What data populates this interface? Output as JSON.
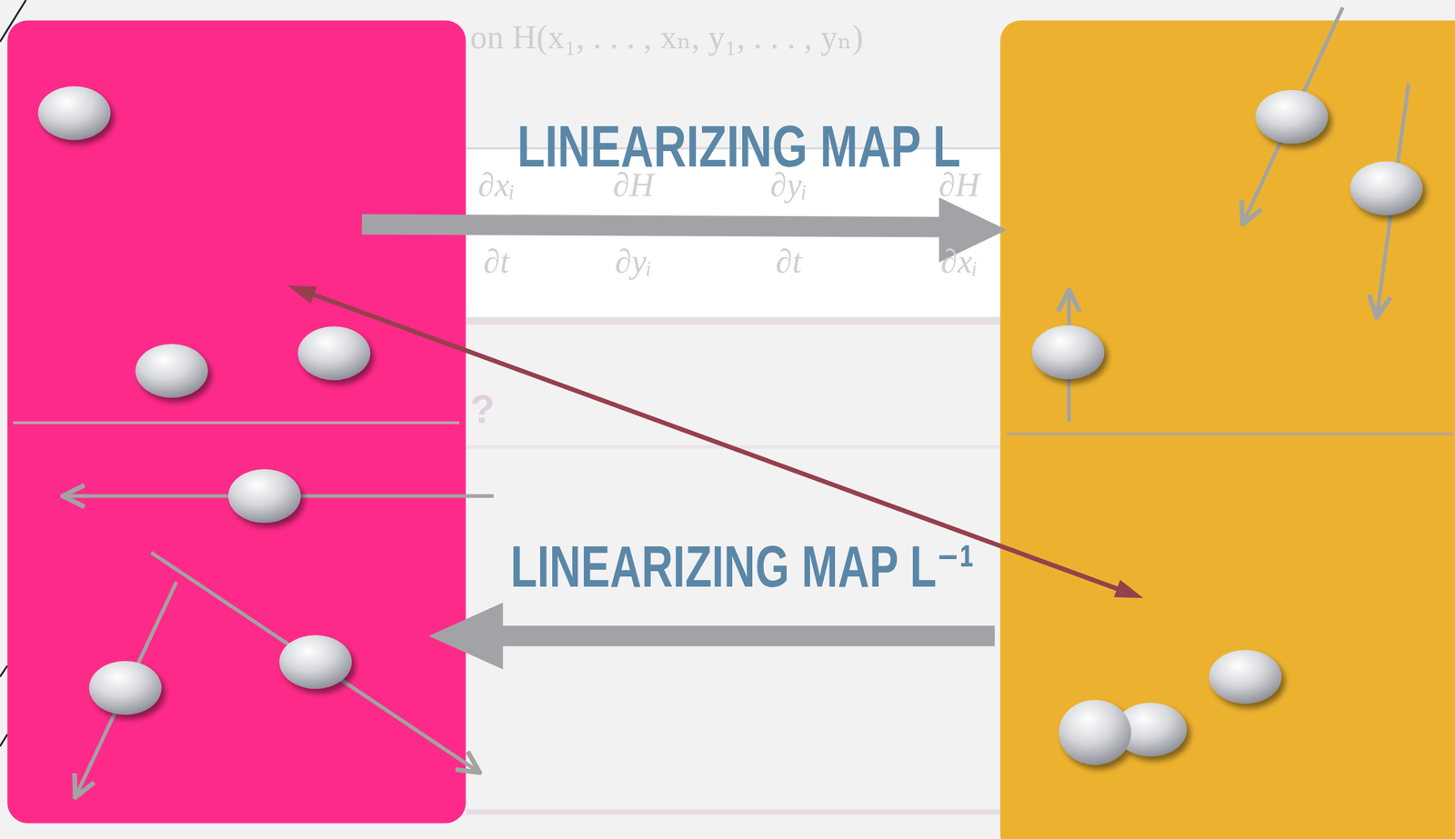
{
  "diagram": {
    "labels": [
      "on H(x₁, . . . , xₙ, y₁, . . . , yₙ)",
      "LINEARIZING MAP L",
      "∂xᵢ",
      "∂t",
      "∂H",
      "∂yᵢ",
      "∂yᵢ",
      "∂t",
      "∂H",
      "∂xᵢ",
      "?",
      "LINEARIZING MAP L⁻¹"
    ]
  }
}
